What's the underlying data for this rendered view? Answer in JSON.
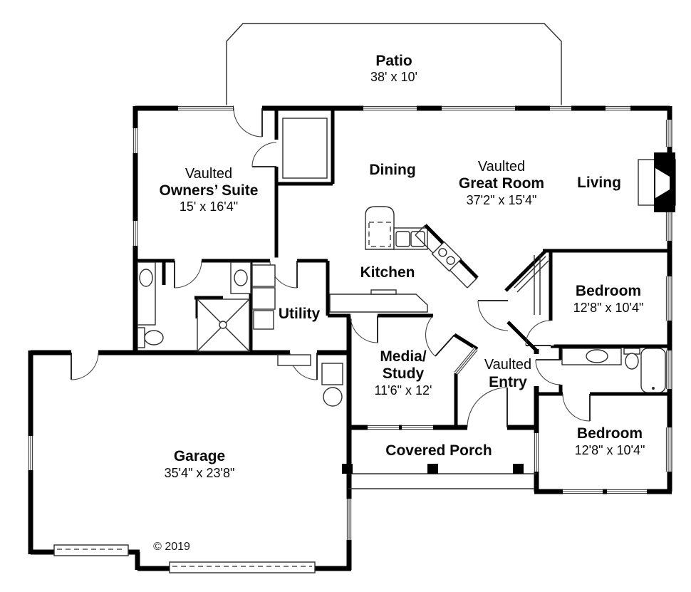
{
  "colors": {
    "wall": "#000000",
    "thin_line": "#2e2e2e",
    "window_line": "#3c3c3c",
    "background": "#ffffff"
  },
  "rooms": {
    "patio": {
      "name": "Patio",
      "dims": "38' x 10'"
    },
    "owners_suite": {
      "prefix": "Vaulted",
      "name": "Owners’ Suite",
      "dims": "15' x 16'4\""
    },
    "dining": {
      "name": "Dining"
    },
    "great_room": {
      "prefix": "Vaulted",
      "name": "Great Room",
      "dims": "37'2\" x 15'4\""
    },
    "living": {
      "name": "Living"
    },
    "kitchen": {
      "name": "Kitchen"
    },
    "utility": {
      "name": "Utility"
    },
    "media_study": {
      "name_line1": "Media/",
      "name_line2": "Study",
      "dims": "11'6\" x 12'"
    },
    "entry": {
      "prefix": "Vaulted",
      "name": "Entry"
    },
    "bedroom_upper": {
      "name": "Bedroom",
      "dims": "12'8\" x 10'4\""
    },
    "bedroom_lower": {
      "name": "Bedroom",
      "dims": "12'8\" x 10'4\""
    },
    "covered_porch": {
      "name": "Covered Porch"
    },
    "garage": {
      "name": "Garage",
      "dims": "35'4\" x 23'8\""
    }
  },
  "copyright": "© 2019"
}
